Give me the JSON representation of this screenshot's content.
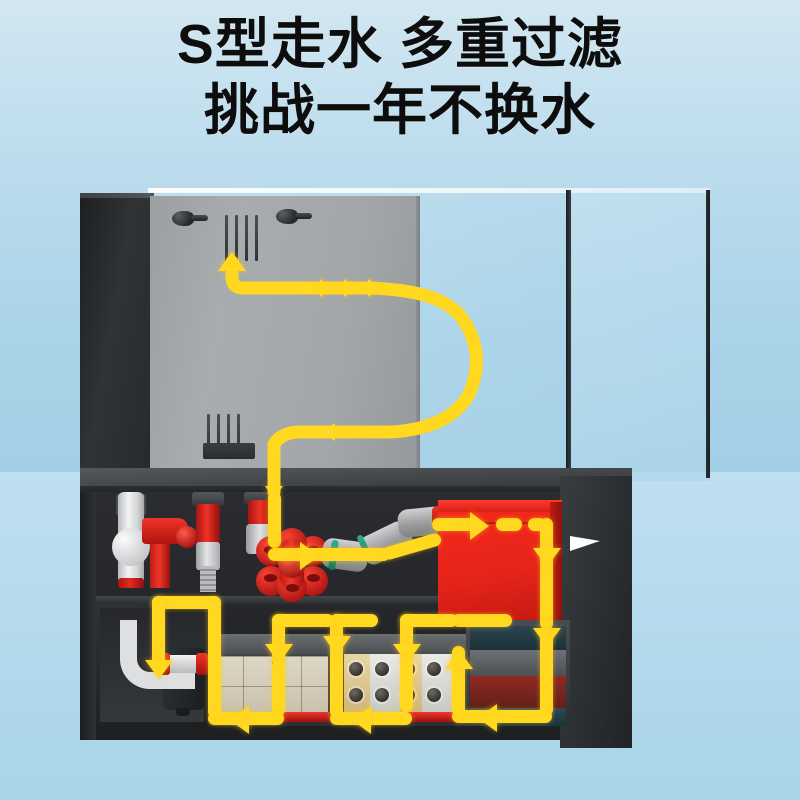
{
  "headline": {
    "line1": "S型走水 多重过滤",
    "line2": "挑战一年不换水"
  },
  "colors": {
    "background_top": "#bcdced",
    "background_bottom": "#b3d9ec",
    "cabinet_dark": "#26282b",
    "back_panel_grey": "#a3a6a8",
    "flow_yellow": "#ffd81f",
    "filter_box_red": "#ef2a1c",
    "valve_red": "#e0241a",
    "pipe_white": "#dedfe1",
    "pipe_grey": "#a8aaac",
    "seal_green": "#2fae8a",
    "pointer_white": "#ffffff"
  },
  "diagram": {
    "title": "aquarium-sump-filtration-cutaway",
    "tank": {
      "label": "glass-aquarium-tank",
      "back_panel": "grey-back-wall",
      "nozzles": [
        {
          "label": "return-nozzle-left"
        },
        {
          "label": "return-nozzle-right"
        }
      ],
      "vents": [
        {
          "label": "upper-vent-slots",
          "count": 4
        },
        {
          "label": "lower-vent-slots",
          "count": 4
        }
      ]
    },
    "cabinet": {
      "label": "filter-cabinet",
      "compartments": [
        {
          "label": "pump-chamber",
          "media": "water-pump"
        },
        {
          "label": "bio-cube-chamber",
          "media": "bio-cube-media"
        },
        {
          "label": "ceramic-ring-chamber",
          "media": "perforated-ceramic-media"
        },
        {
          "label": "sponge-chamber",
          "media": "layered-filter-sponge"
        }
      ],
      "plumbing": [
        {
          "label": "ball-valve-white",
          "handle": "red-lever"
        },
        {
          "label": "handwheel-valve",
          "handle": "red-wheel"
        },
        {
          "label": "s-bend-pipe"
        },
        {
          "label": "elbow-pipe"
        }
      ],
      "filter_box": {
        "label": "red-filter-box"
      },
      "water_level_pointer": {
        "label": "water-level-pointer"
      }
    },
    "flow": {
      "label": "s-shaped-water-flow-path",
      "color": "#ffd81f",
      "direction_markers": 14
    },
    "sponge_layers": [
      {
        "label": "sponge-layer-dark-teal"
      },
      {
        "label": "sponge-layer-grey"
      },
      {
        "label": "sponge-layer-red"
      },
      {
        "label": "sponge-layer-teal"
      }
    ]
  }
}
